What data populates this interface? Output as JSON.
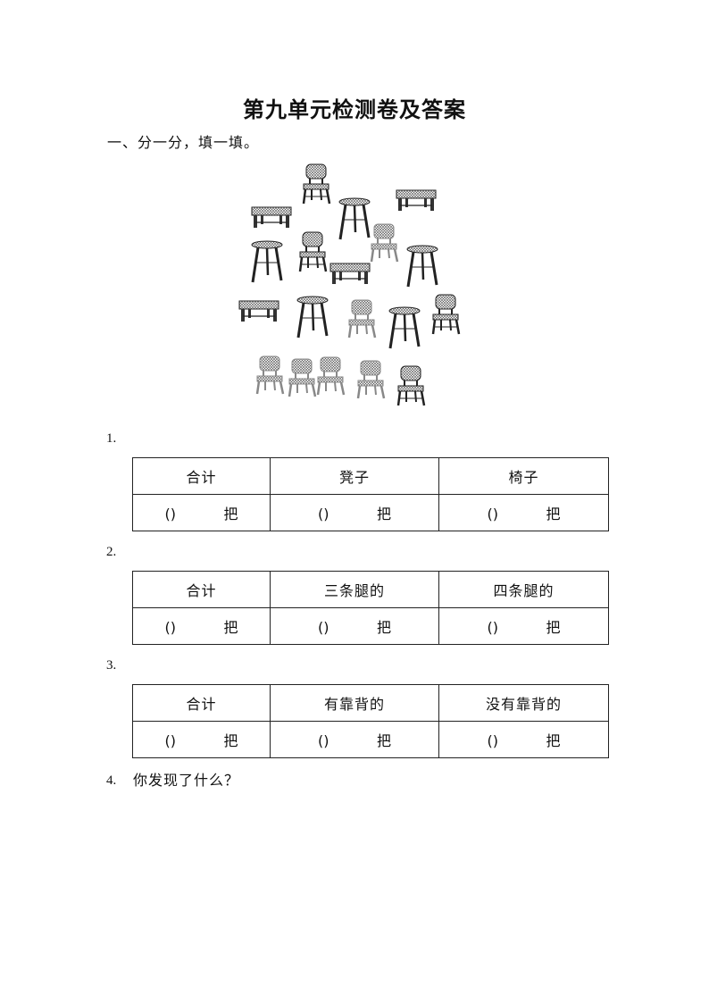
{
  "title": "第九单元检测卷及答案",
  "section": "一、分一分，填一填。",
  "figure": {
    "icons": [
      "stool-icon",
      "chair-icon",
      "table-stool-icon"
    ]
  },
  "questions": [
    {
      "num": "1.",
      "headers": [
        "合计",
        "凳子",
        "椅子"
      ],
      "answer": {
        "open": "(",
        "close": ")",
        "unit": "把"
      }
    },
    {
      "num": "2.",
      "headers": [
        "合计",
        "三条腿的",
        "四条腿的"
      ],
      "answer": {
        "open": "(",
        "close": ")",
        "unit": "把"
      }
    },
    {
      "num": "3.",
      "headers": [
        "合计",
        "有靠背的",
        "没有靠背的"
      ],
      "answer": {
        "open": "(",
        "close": ")",
        "unit": "把"
      }
    }
  ],
  "q4": {
    "num": "4.",
    "text": "你发现了什么？"
  }
}
